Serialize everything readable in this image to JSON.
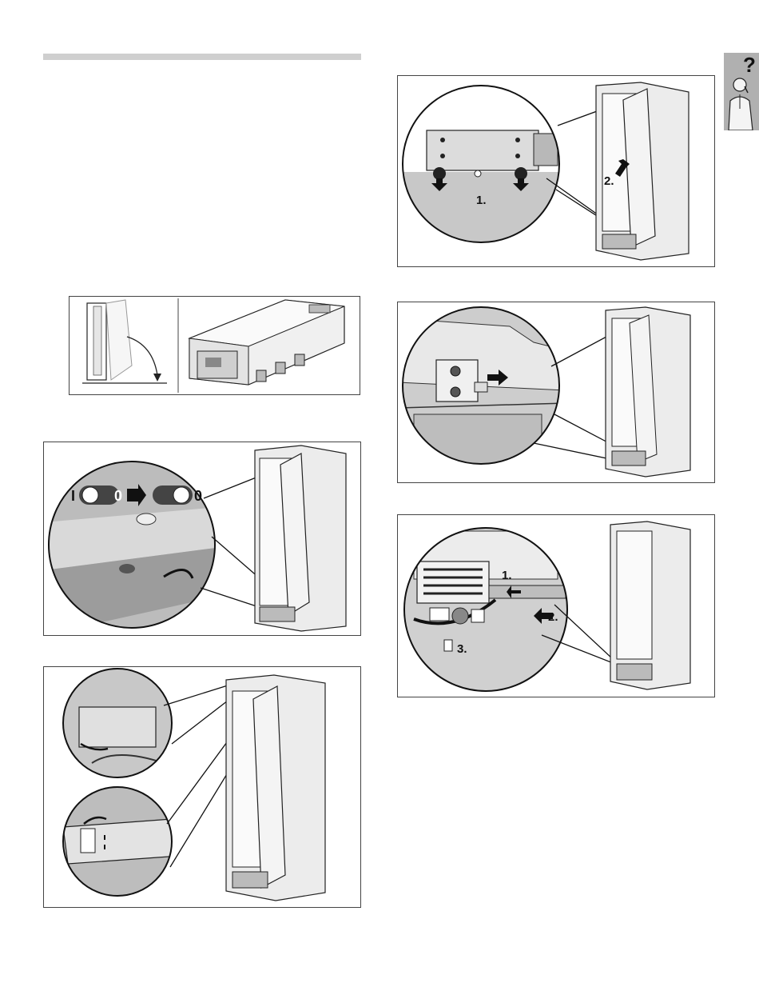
{
  "page": {
    "help_tab": {
      "symbol": "?",
      "icon": "help-person-icon",
      "background": "#b0b0b0"
    }
  },
  "figures": {
    "fig_tilt": {
      "icon": "tilt-and-lay-down-illustration"
    },
    "fig_switch": {
      "label_i": "I",
      "label_zero": "0",
      "icon": "on-off-switch-illustration"
    },
    "fig_trim_left": {
      "icon": "remove-trim-strips-illustration"
    },
    "fig_hinge": {
      "step1": "1.",
      "step2": "2.",
      "icon": "hinge-screws-illustration"
    },
    "fig_bracket": {
      "icon": "bracket-screws-illustration"
    },
    "fig_grille": {
      "step1": "1.",
      "step2": "2.",
      "step3": "3.",
      "icon": "remove-base-grille-illustration"
    }
  },
  "colors": {
    "frame": "#444444",
    "line": "#222222",
    "gray_fill": "#d8d8d8",
    "dark": "#333333"
  }
}
